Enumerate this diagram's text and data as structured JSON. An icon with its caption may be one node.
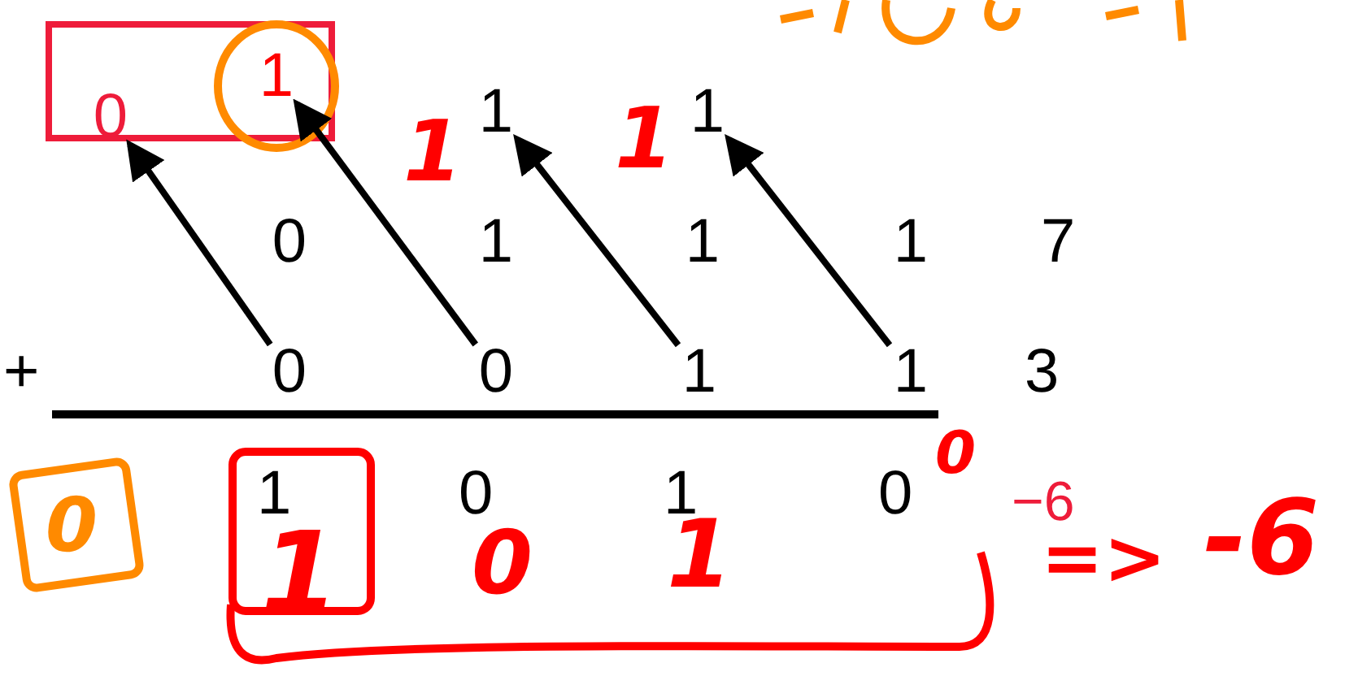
{
  "diagram": {
    "nodes": [
      {
        "text": [
          "0"
        ]
      },
      {
        "text": [
          "1"
        ]
      },
      {
        "text": [
          "1"
        ]
      },
      {
        "text": [
          "1"
        ]
      },
      {
        "text": [
          "0"
        ]
      },
      {
        "text": [
          "1"
        ]
      },
      {
        "text": [
          "1"
        ]
      },
      {
        "text": [
          "1"
        ]
      },
      {
        "text": [
          "0"
        ]
      },
      {
        "text": [
          "0"
        ]
      },
      {
        "text": [
          "1"
        ]
      },
      {
        "text": [
          "1"
        ]
      }
    ],
    "edges": [
      {
        "from": 8,
        "to": 0,
        "arrow": "to"
      },
      {
        "from": 9,
        "to": 1,
        "arrow": "to"
      },
      {
        "from": 10,
        "to": 2,
        "arrow": "to"
      },
      {
        "from": 11,
        "to": 3,
        "arrow": "to"
      }
    ],
    "labels": [
      "1",
      "1",
      "7",
      "+",
      "3",
      "0",
      "1",
      "0",
      "1",
      "0",
      "−6",
      "1",
      "0",
      "1",
      "0",
      "=>",
      "-6"
    ]
  }
}
